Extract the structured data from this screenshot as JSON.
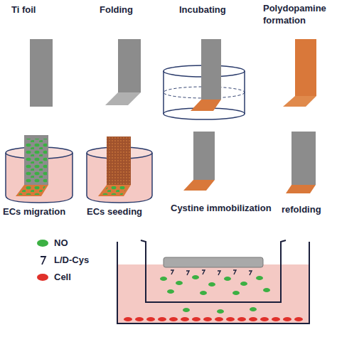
{
  "diagram": {
    "labels": [
      "Ti  foil",
      "Folding",
      "Incubating",
      "Polydopamine formation",
      "ECs migration",
      "ECs seeding",
      "Cystine immobilization",
      "refolding"
    ],
    "legend": [
      {
        "text": "NO",
        "color": "#3cb043"
      },
      {
        "text": "L/D-Cys"
      },
      {
        "text": "Cell",
        "color": "#e0302a"
      }
    ]
  }
}
